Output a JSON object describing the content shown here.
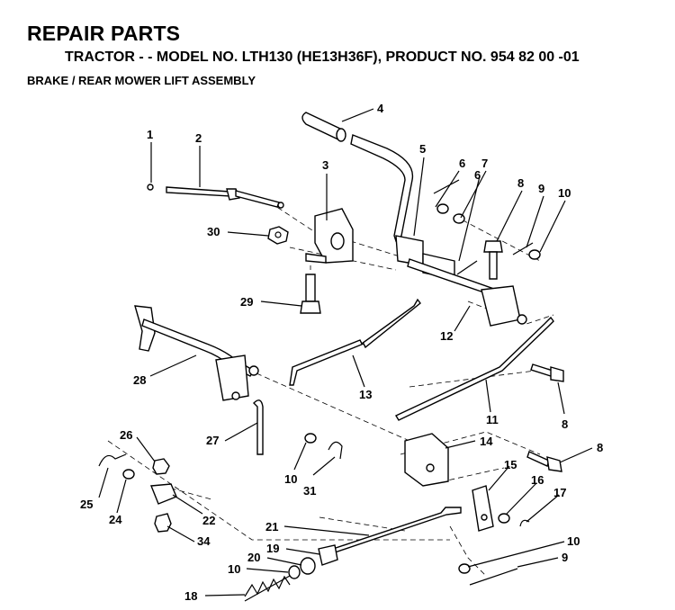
{
  "header": {
    "title": "REPAIR PARTS",
    "model_line": "TRACTOR - - MODEL NO. LTH130 (HE13H36F),  PRODUCT NO. 954 82 00 -01",
    "section": "BRAKE / REAR MOWER LIFT ASSEMBLY"
  },
  "callouts": [
    "1",
    "2",
    "3",
    "4",
    "5",
    "6",
    "7",
    "6",
    "8",
    "9",
    "10",
    "30",
    "29",
    "12",
    "28",
    "13",
    "11",
    "8",
    "14",
    "27",
    "26",
    "10",
    "31",
    "8",
    "15",
    "16",
    "17",
    "25",
    "24",
    "22",
    "34",
    "21",
    "19",
    "20",
    "10",
    "10",
    "9",
    "18"
  ]
}
